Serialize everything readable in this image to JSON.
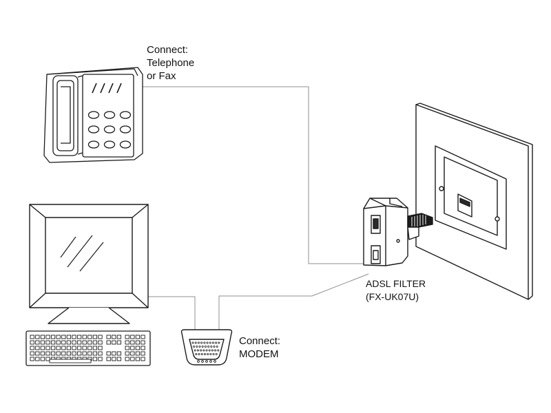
{
  "labels": {
    "telephone": [
      "Connect:",
      "Telephone",
      "or Fax"
    ],
    "modem": [
      "Connect:",
      "MODEM"
    ],
    "filter": [
      "ADSL FILTER",
      "(FX-UK07U)"
    ]
  },
  "colors": {
    "line": "#1a1a1a",
    "cable": "#8a8a8a",
    "background": "#ffffff"
  },
  "icons": [
    "telephone-icon",
    "monitor-icon",
    "keyboard-icon",
    "modem-icon",
    "adsl-filter-icon",
    "wall-socket-icon"
  ]
}
